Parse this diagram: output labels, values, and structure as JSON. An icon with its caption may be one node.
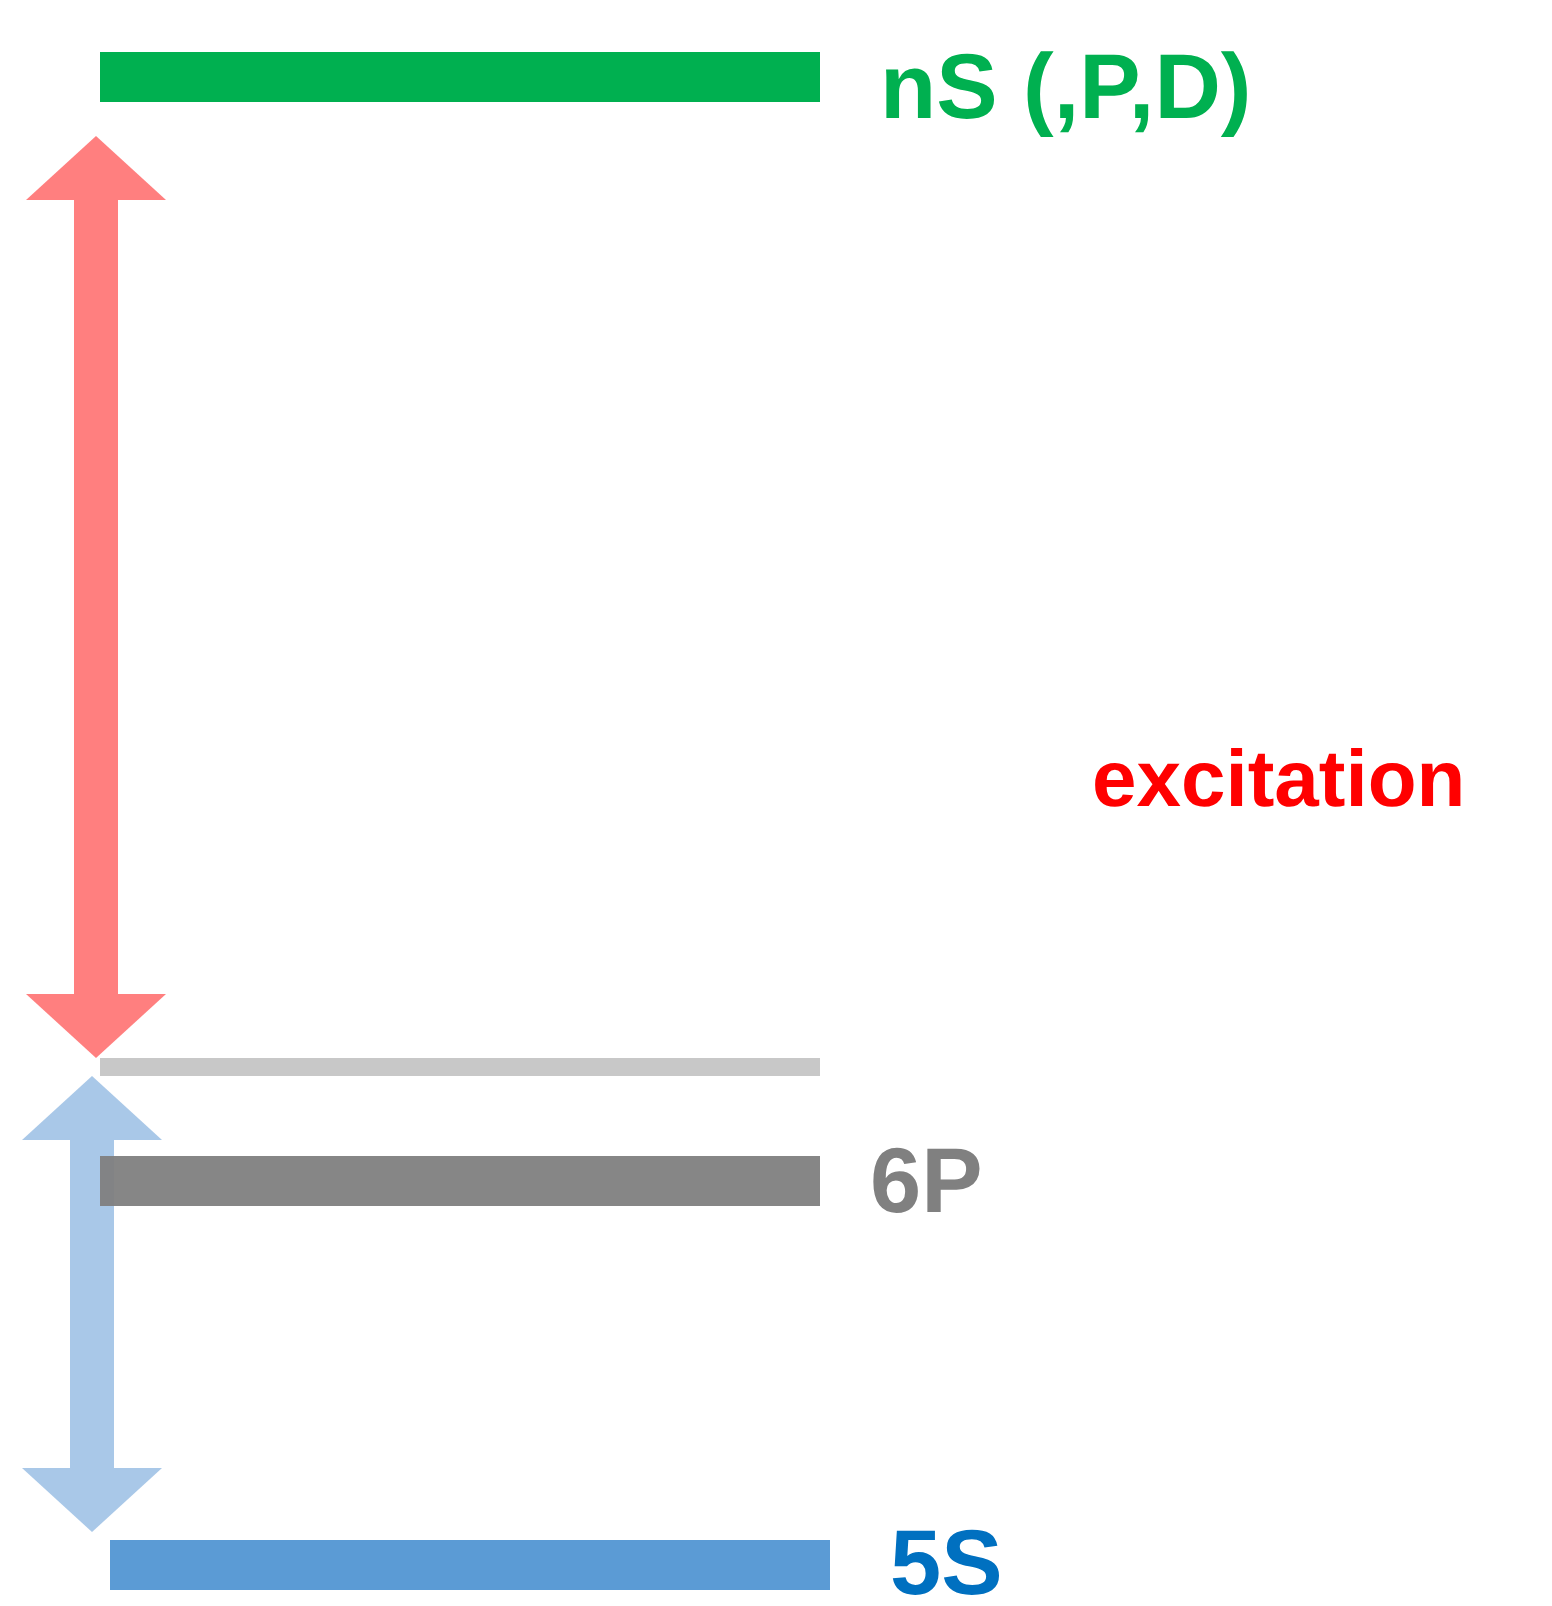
{
  "diagram": {
    "nodes": [
      {
        "text": [
          "nS (,P,D)"
        ]
      },
      {
        "text": [],
        "shape": "bar"
      },
      {
        "text": [
          "6P"
        ]
      },
      {
        "text": [
          "5S"
        ]
      }
    ],
    "edges": [
      {
        "from": 1,
        "to": 0,
        "arrow": "both",
        "color": "#ff7f7f"
      },
      {
        "from": 3,
        "to": 1,
        "arrow": "both",
        "color": "#a9c8e8"
      }
    ],
    "labels": [
      "excitation"
    ]
  }
}
